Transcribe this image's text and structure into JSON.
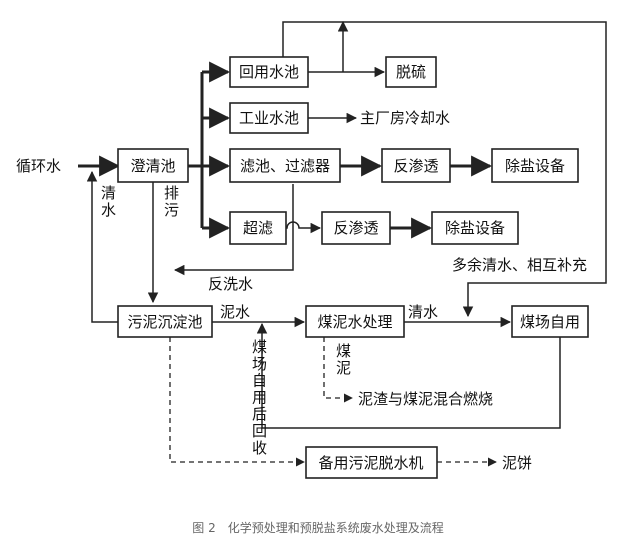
{
  "nodes": {
    "raw_water": "循环水",
    "clarifier": "澄清池",
    "reuse_pool": "回用水池",
    "desulfurization": "脱硫",
    "industrial_pool": "工业水池",
    "main_plant_cooling": "主厂房冷却水",
    "filter": "滤池、过滤器",
    "ro1": "反渗透",
    "desalt1": "除盐设备",
    "uf": "超滤",
    "ro2": "反渗透",
    "desalt2": "除盐设备",
    "sludge_tank": "污泥沉淀池",
    "coal_slurry_treat": "煤泥水处理",
    "coal_yard": "煤场自用",
    "standby_dewater": "备用污泥脱水机",
    "mud_cake": "泥饼",
    "mix_burn": "泥渣与煤泥混合燃烧"
  },
  "labels": {
    "clear_water_left": "清水",
    "discharge": "排污",
    "backwash": "反洗水",
    "sludge_water": "泥水",
    "clear_water_mid": "清水",
    "surplus": "多余清水、相互补充",
    "coal_mud": "煤泥",
    "coal_yard_recycle": "煤场自用后回收"
  },
  "caption": "图 2　化学预处理和预脱盐系统废水处理及流程"
}
